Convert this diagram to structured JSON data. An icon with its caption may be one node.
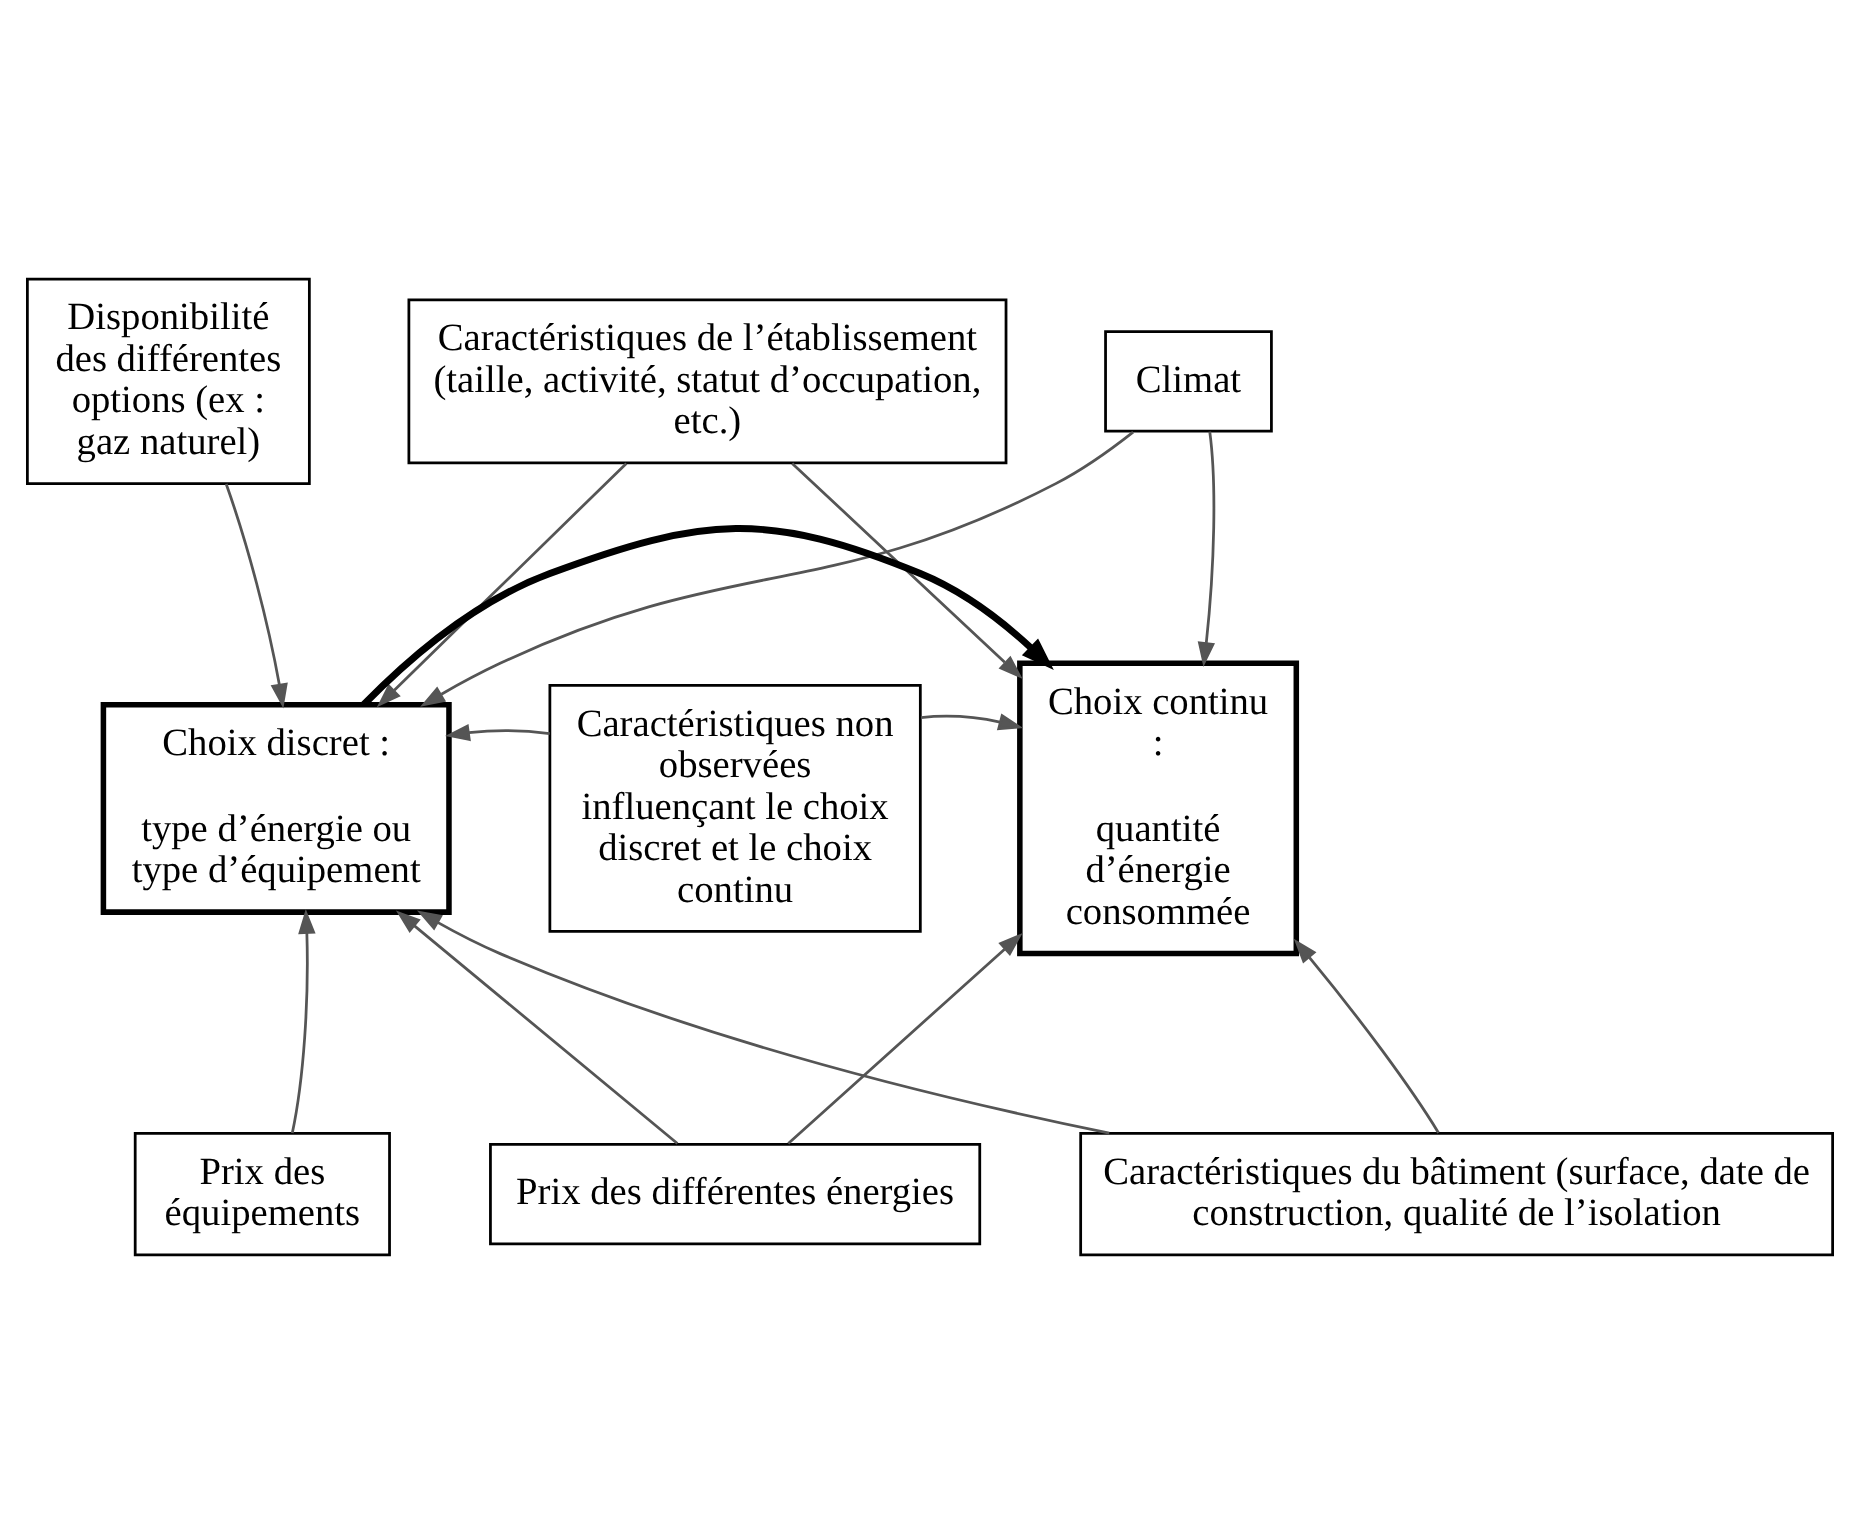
{
  "diagram": {
    "nodes": [
      {
        "text": [
          "Caractéristiques de l’établissement (taille, activité, statut d’occupation, etc.)"
        ]
      },
      {
        "text": [
          "Disponibilité des différentes options (ex : gaz naturel)"
        ]
      },
      {
        "text": [
          "Climat"
        ]
      },
      {
        "text": [
          "Choix discret :",
          "type d’énergie ou type d’équipement"
        ]
      },
      {
        "text": [
          "Caractéristiques non observées influençant le choix discret et le choix continu"
        ]
      },
      {
        "text": [
          "Choix continu :",
          "quantité d’énergie consommée"
        ]
      },
      {
        "text": [
          "Prix des différentes énergies"
        ]
      },
      {
        "text": [
          "Prix des équipements"
        ]
      },
      {
        "text": [
          "Caractéristiques du bâtiment (surface, date de construction, qualité de l’isolation"
        ]
      }
    ],
    "edges": [
      {
        "from": 0,
        "to": 3,
        "arrow": "to"
      },
      {
        "from": 0,
        "to": 5,
        "arrow": "to"
      },
      {
        "from": 1,
        "to": 3,
        "arrow": "to"
      },
      {
        "from": 2,
        "to": 3,
        "arrow": "to"
      },
      {
        "from": 2,
        "to": 5,
        "arrow": "to"
      },
      {
        "from": 4,
        "to": 3,
        "arrow": "to"
      },
      {
        "from": 4,
        "to": 5,
        "arrow": "to"
      },
      {
        "from": 3,
        "to": 5,
        "arrow": "to",
        "style": "thick"
      },
      {
        "from": 6,
        "to": 3,
        "arrow": "to"
      },
      {
        "from": 6,
        "to": 5,
        "arrow": "to"
      },
      {
        "from": 7,
        "to": 3,
        "arrow": "to"
      },
      {
        "from": 8,
        "to": 3,
        "arrow": "to"
      },
      {
        "from": 8,
        "to": 5,
        "arrow": "to"
      }
    ]
  }
}
